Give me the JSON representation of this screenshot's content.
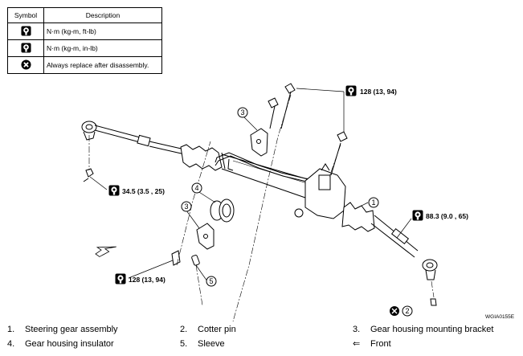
{
  "legend": {
    "header_symbol": "Symbol",
    "header_description": "Description",
    "rows": [
      {
        "icon": "torque-ft-lb-icon",
        "description": "N·m (kg-m, ft-lb)"
      },
      {
        "icon": "torque-in-lb-icon",
        "description": "N·m (kg-m, in-lb)"
      },
      {
        "icon": "always-replace-icon",
        "description": "Always replace after disassembly."
      }
    ]
  },
  "callouts": {
    "torque_top_right": "128 (13, 94)",
    "torque_left": "34.5 (3.5 , 25)",
    "torque_right": "88.3 (9.0 , 65)",
    "torque_bottom_left": "128 (13, 94)",
    "num_1": "1",
    "num_2": "2",
    "num_3a": "3",
    "num_3b": "3",
    "num_4": "4",
    "num_5": "5"
  },
  "figure_code": "WGIA0155E",
  "parts": [
    {
      "num": "1.",
      "name": "Steering gear assembly"
    },
    {
      "num": "2.",
      "name": "Cotter pin"
    },
    {
      "num": "3.",
      "name": "Gear housing mounting bracket"
    },
    {
      "num": "4.",
      "name": "Gear housing insulator"
    },
    {
      "num": "5.",
      "name": "Sleeve"
    },
    {
      "num": "⇐",
      "name": "Front"
    }
  ]
}
